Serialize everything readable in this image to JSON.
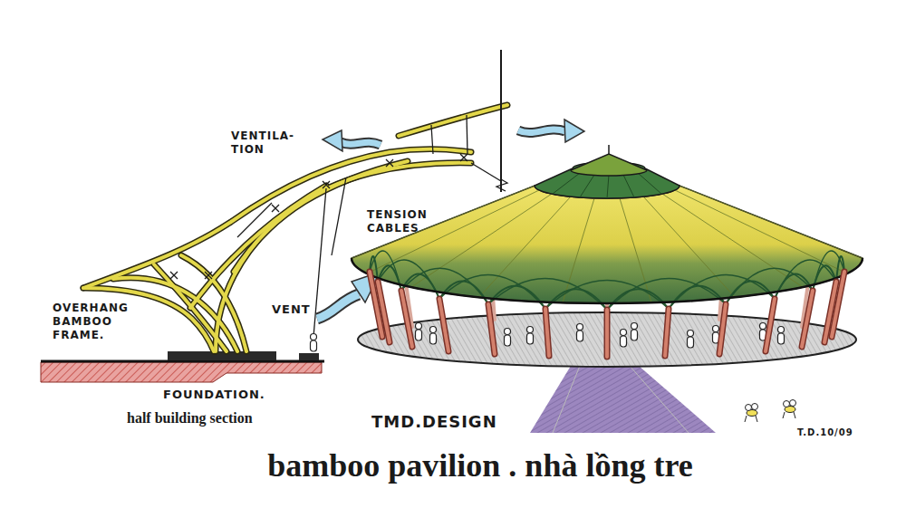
{
  "diagram": {
    "title": "bamboo pavilion . nhà lồng tre",
    "labels": [
      "VENTILA- TION",
      "TENSION CABLES",
      "VENT",
      "OVERHANG BAMBOO FRAME.",
      "FOUNDATION.",
      "half building section",
      "TMD.DESIGN",
      "T.D.10/09"
    ]
  }
}
